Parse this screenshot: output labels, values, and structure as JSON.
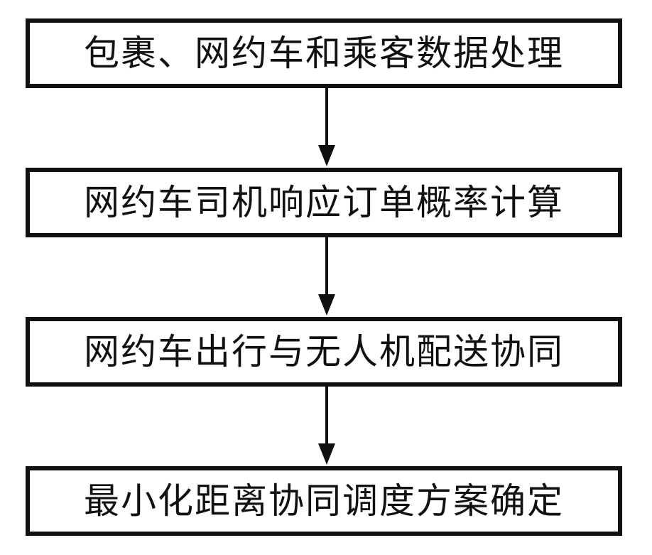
{
  "flowchart": {
    "steps": [
      {
        "label": "包裹、网约车和乘客数据处理"
      },
      {
        "label": "网约车司机响应订单概率计算"
      },
      {
        "label": "网约车出行与无人机配送协同"
      },
      {
        "label": "最小化距离协同调度方案确定"
      }
    ],
    "colors": {
      "stroke": "#111111",
      "background": "#ffffff",
      "text": "#111111"
    }
  }
}
